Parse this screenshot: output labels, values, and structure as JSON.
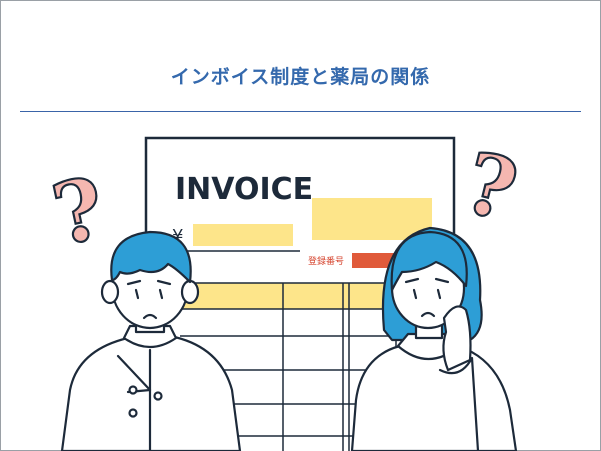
{
  "title": "インボイス制度と薬局の関係",
  "invoice": {
    "heading": "INVOICE",
    "yen_symbol": "¥",
    "registration_label": "登録番号"
  },
  "question_mark": "?",
  "colors": {
    "title": "#3469ad",
    "divider": "#3a64a8",
    "highlight_yellow": "#fde58a",
    "registration_red": "#d6452f",
    "hair_blue": "#2d9ed6",
    "question_pink": "#f5b7b0",
    "line_dark": "#1d2a3a"
  },
  "icons": [
    "question-mark-icon",
    "pharmacist-male-illustration",
    "pharmacist-female-illustration",
    "invoice-document-illustration"
  ]
}
